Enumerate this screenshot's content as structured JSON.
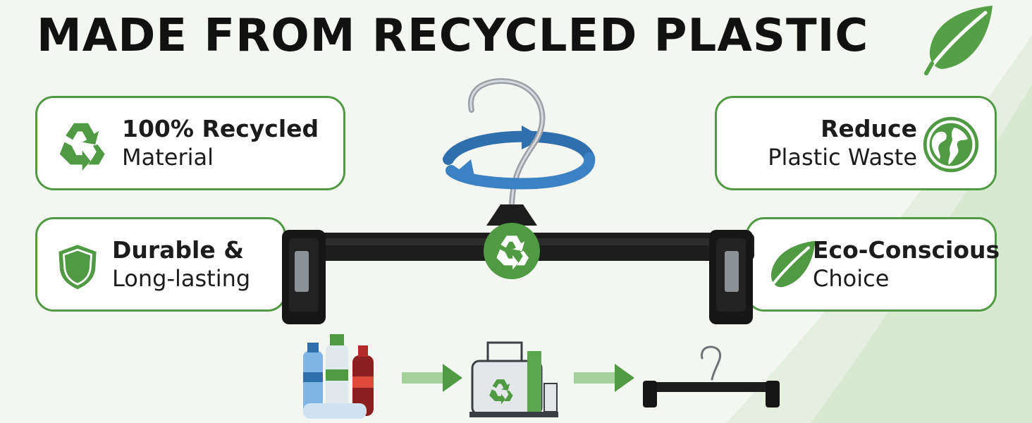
{
  "headline": "MADE FROM RECYCLED PLASTIC",
  "features": [
    {
      "title": "100% Recycled",
      "subtitle": "Material",
      "icon": "recycle-icon"
    },
    {
      "title": "Reduce",
      "subtitle": "Plastic Waste",
      "icon": "globe-icon"
    },
    {
      "title": "Durable &",
      "subtitle": "Long-lasting",
      "icon": "shield-icon"
    },
    {
      "title": "Eco-Conscious",
      "subtitle": "Choice",
      "icon": "leaf-icon"
    }
  ],
  "process": [
    "plastic-bottles-icon",
    "arrow-right-icon",
    "recycling-factory-icon",
    "arrow-right-icon",
    "hanger-icon"
  ],
  "colors": {
    "accent": "#4f9a43",
    "text": "#111111",
    "swirl": "#2f6fae",
    "hanger": "#1d1d1d"
  }
}
